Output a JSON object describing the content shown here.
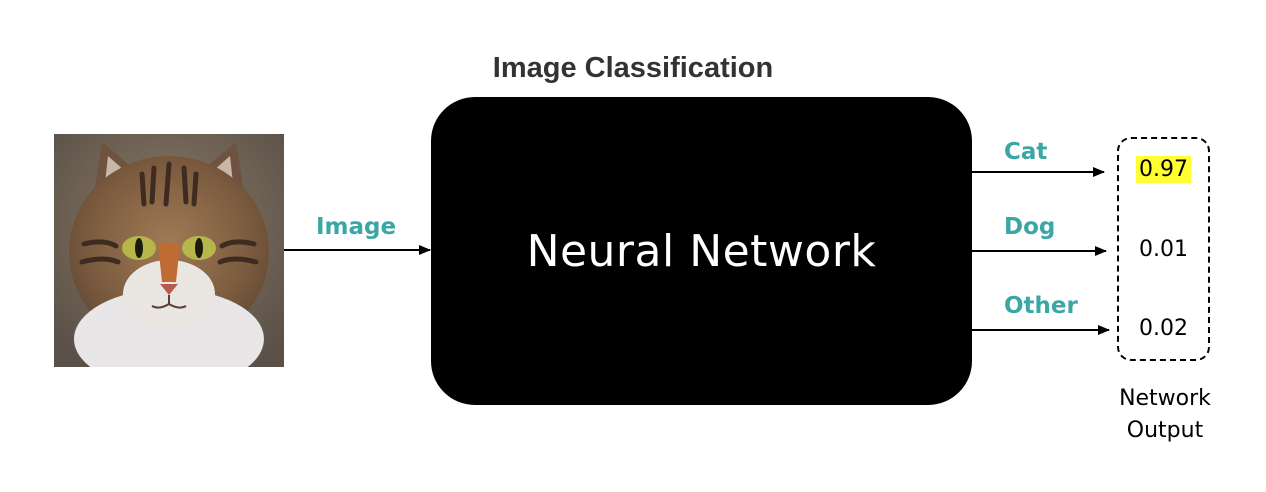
{
  "title": "Image Classification",
  "input": {
    "label": "Image"
  },
  "model": {
    "label": "Neural Network"
  },
  "classes": [
    {
      "label": "Cat",
      "score": "0.97",
      "highlight": true
    },
    {
      "label": "Dog",
      "score": "0.01",
      "highlight": false
    },
    {
      "label": "Other",
      "score": "0.02",
      "highlight": false
    }
  ],
  "output": {
    "caption_line1": "Network",
    "caption_line2": "Output"
  },
  "colors": {
    "edge_label": "#3aa6a6",
    "highlight": "#ffff33",
    "box": "#000000"
  }
}
